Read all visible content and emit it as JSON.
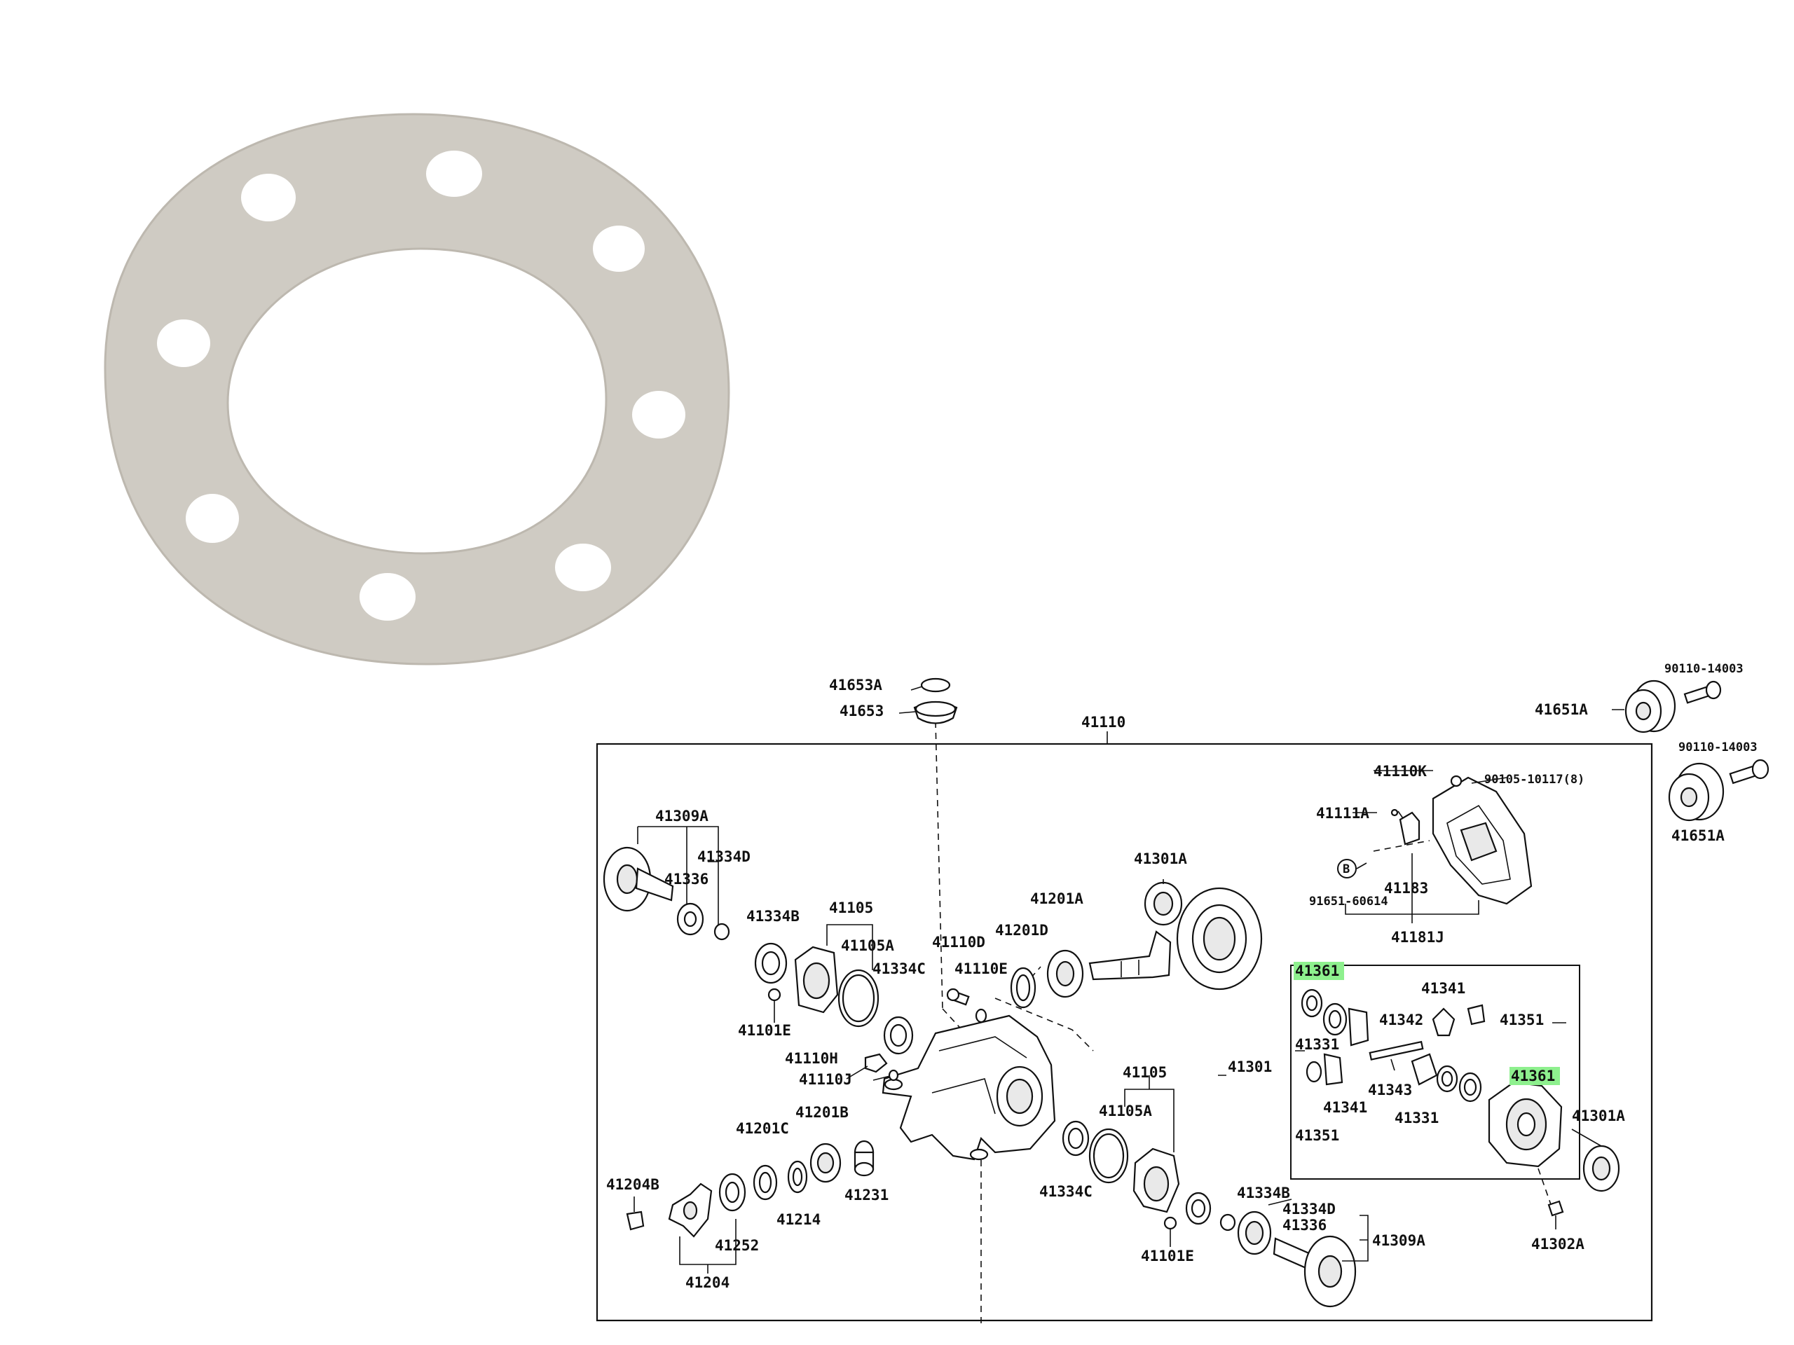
{
  "callouts": {
    "c41653A": "41653A",
    "c41653": "41653",
    "c41110": "41110",
    "c90110_top": "90110-14003",
    "c41651A_top": "41651A",
    "c90110_right": "90110-14003",
    "c41651A_right": "41651A",
    "c41309A_top": "41309A",
    "c41336_top": "41336",
    "c41334D_top": "41334D",
    "c41334B_top": "41334B",
    "c41105_top": "41105",
    "c41105A_top": "41105A",
    "c41334C_top": "41334C",
    "c41101E_top": "41101E",
    "c41110D": "41110D",
    "c41110E": "41110E",
    "c41201D": "41201D",
    "c41201A": "41201A",
    "c41301A_top": "41301A",
    "c41110K": "41110K",
    "c90105": "90105-10117(8)",
    "c41111A": "41111A",
    "cB": "B",
    "c41183": "41183",
    "c91651": "91651-60614",
    "c41181J": "41181J",
    "c41361_top": "41361",
    "c41341_top": "41341",
    "c41331_left": "41331",
    "c41342": "41342",
    "c41351_right": "41351",
    "c41301": "41301",
    "c41341_bottom": "41341",
    "c41343": "41343",
    "c41331_bottom": "41331",
    "c41361_right": "41361",
    "c41351_bottom": "41351",
    "c41301A_right": "41301A",
    "c41302A": "41302A",
    "c41110H": "41110H",
    "c41110J": "41110J",
    "c41201C": "41201C",
    "c41201B": "41201B",
    "c41231": "41231",
    "c41214": "41214",
    "c41204B": "41204B",
    "c41252": "41252",
    "c41204": "41204",
    "c41105_mid": "41105",
    "c41105A_mid": "41105A",
    "c41334C_bottom": "41334C",
    "c41334B_bottom": "41334B",
    "c41334D_bottom": "41334D",
    "c41336_bottom": "41336",
    "c41309A_bottom": "41309A",
    "c41101E_bottom": "41101E"
  },
  "colors": {
    "shim": "#cfcbc3",
    "shim_edge": "#bdb8af",
    "highlight": "#8ef08e",
    "ink": "#111111"
  },
  "highlighted_parts": [
    "41361"
  ]
}
